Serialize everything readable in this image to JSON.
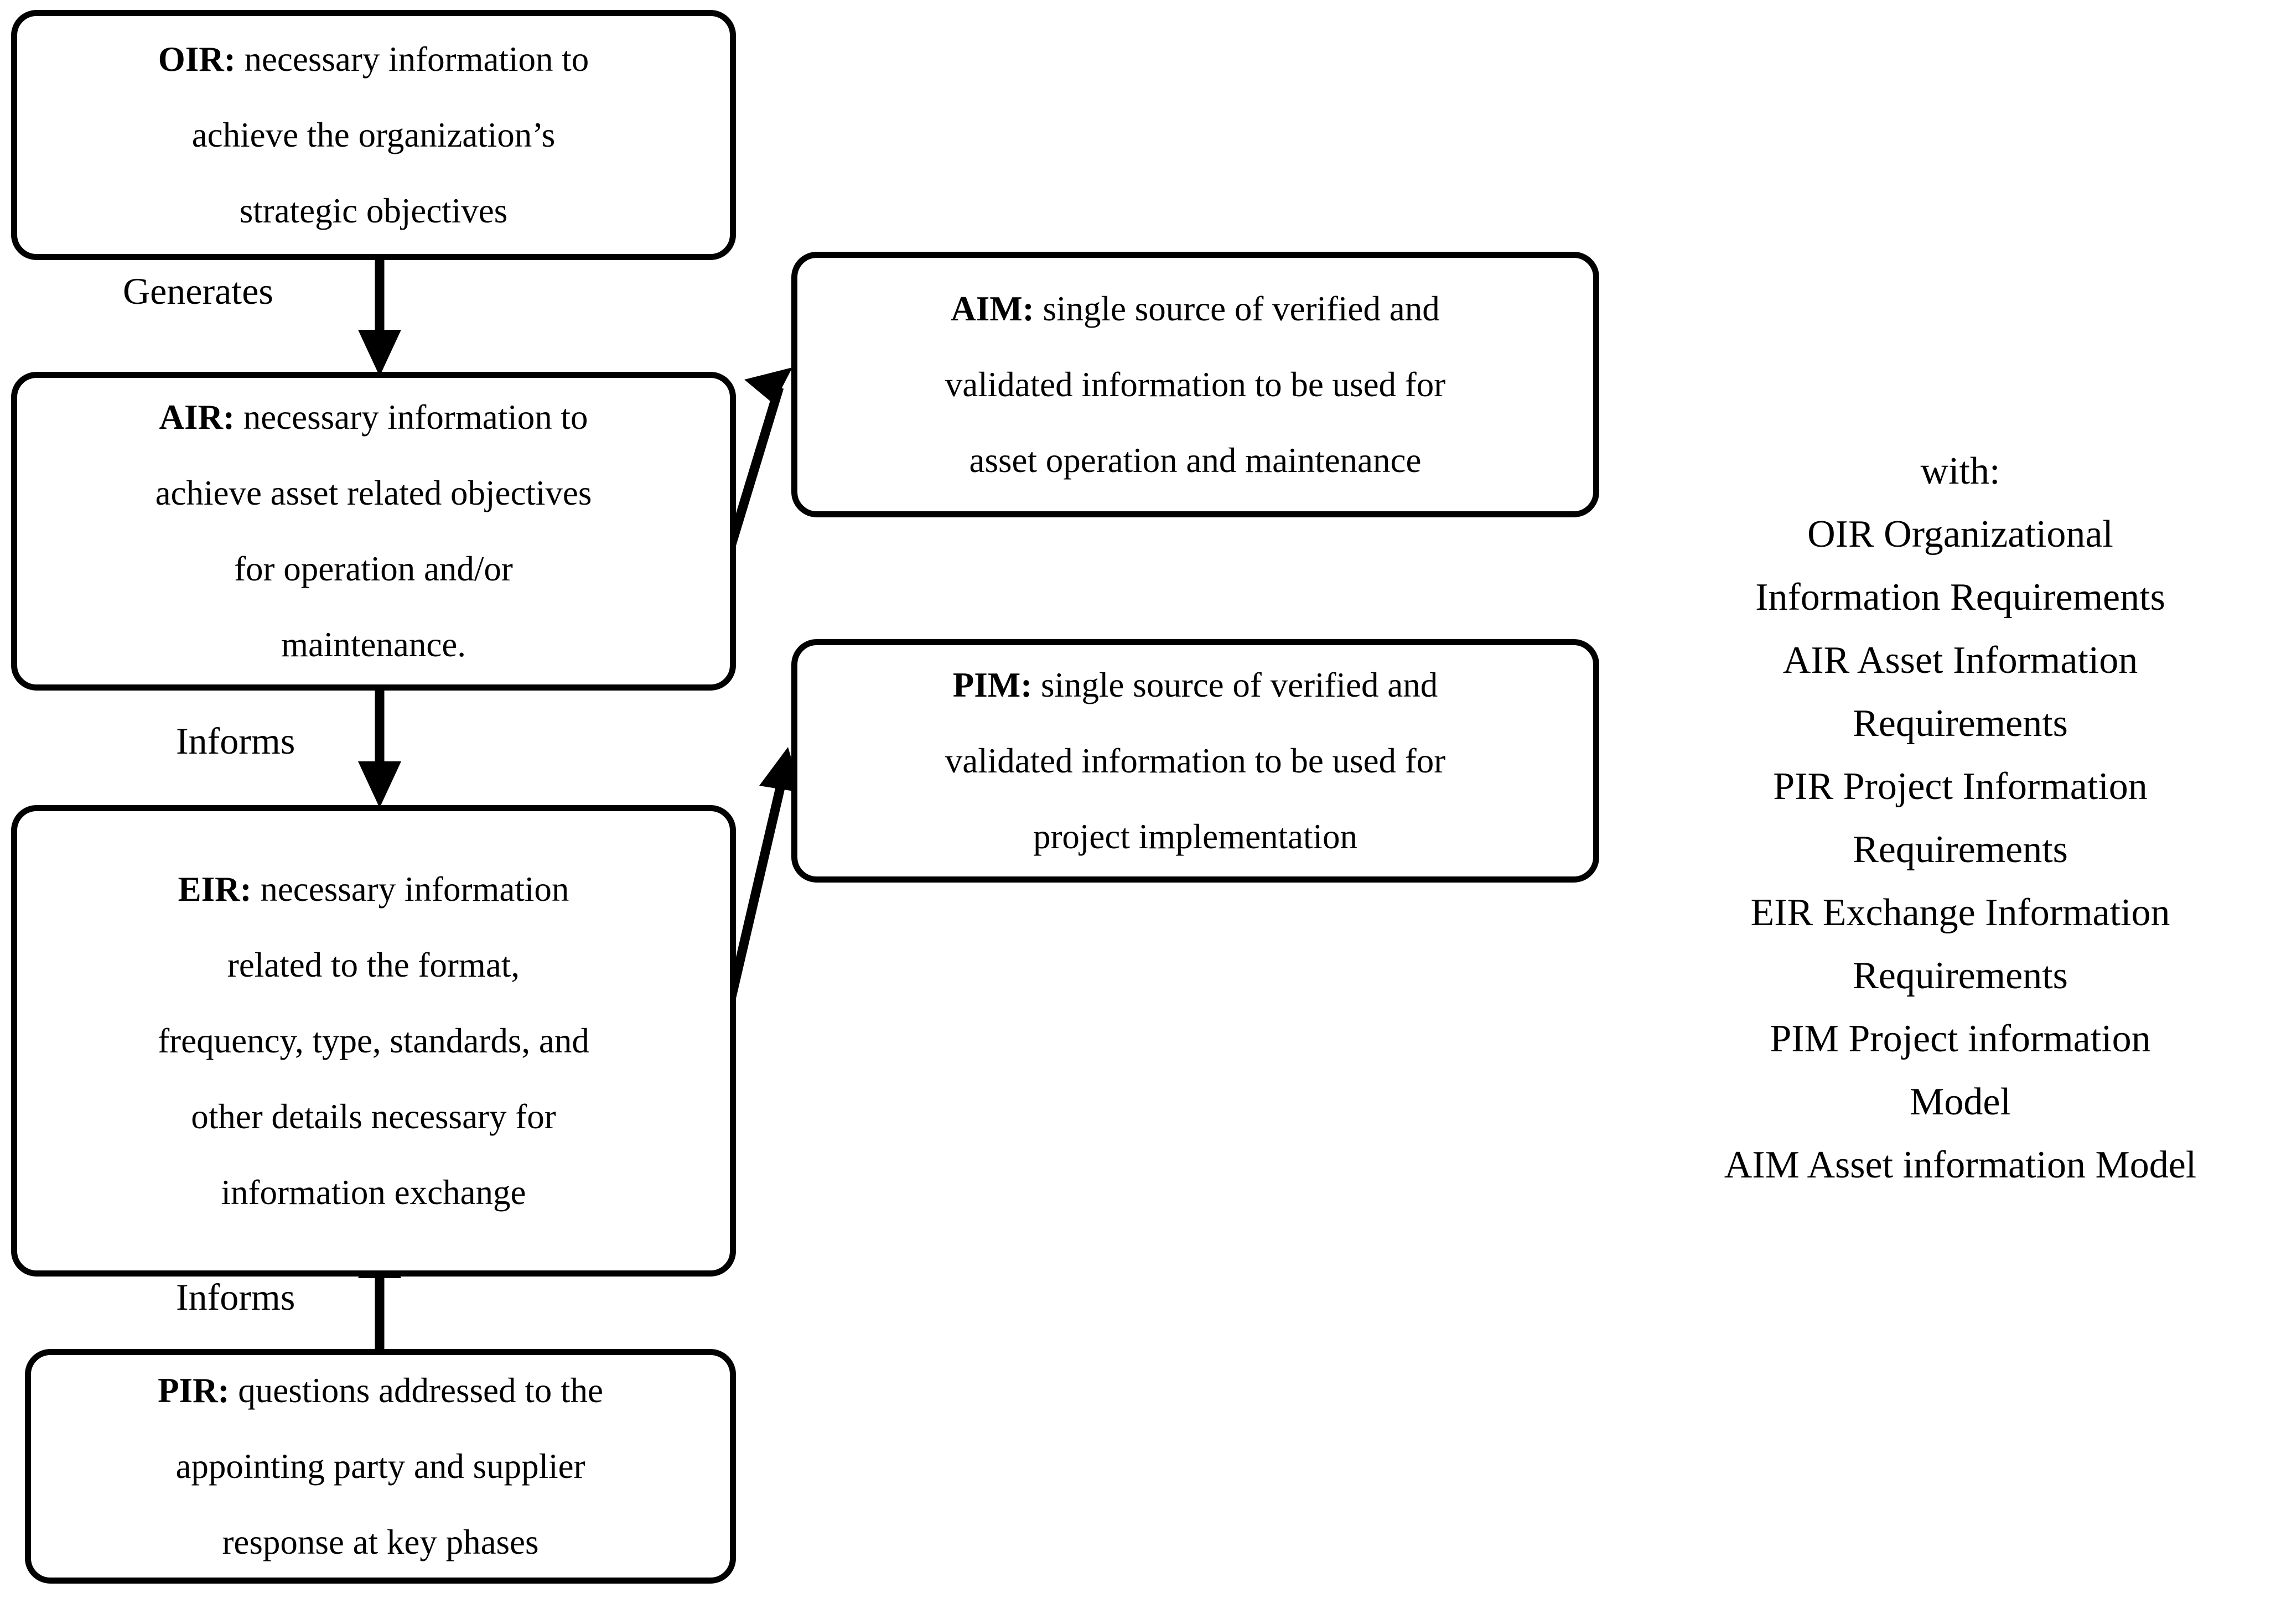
{
  "diagram": {
    "title_text": "",
    "colors": {
      "stroke": "#000000",
      "background": "#ffffff",
      "text": "#000000"
    },
    "nodes": [
      {
        "id": "OIR",
        "abbr": "OIR:",
        "lines": [
          "OIR: necessary information to",
          "achieve the organization’s",
          "strategic objectives"
        ],
        "line1_bold": "OIR:",
        "line1_rest": " necessary information to",
        "line2": "achieve the organization’s",
        "line3": "strategic objectives",
        "line4": ""
      },
      {
        "id": "AIR",
        "abbr": "AIR:",
        "lines": [
          "AIR: necessary information to",
          "achieve asset related objectives",
          "for operation and/or",
          "maintenance."
        ],
        "line1_bold": "AIR:",
        "line1_rest": " necessary information to",
        "line2": "achieve asset related objectives",
        "line3": "for operation and/or",
        "line4": "maintenance."
      },
      {
        "id": "EIR",
        "abbr": "EIR:",
        "lines": [
          "EIR: necessary information",
          "related to the format,",
          "frequency, type, standards, and",
          "other details necessary for",
          "information exchange"
        ],
        "line1_bold": "EIR:",
        "line1_rest": " necessary information",
        "line2": "related to the format,",
        "line3": "frequency, type, standards, and",
        "line4": "other details necessary for",
        "line5": "information exchange"
      },
      {
        "id": "PIR",
        "abbr": "PIR:",
        "lines": [
          "PIR: questions addressed to the",
          "appointing party and supplier",
          "response at key phases"
        ],
        "line1_bold": "PIR:",
        "line1_rest": " questions addressed to the",
        "line2": "appointing party and supplier",
        "line3": "response at key phases",
        "line4": ""
      },
      {
        "id": "AIM",
        "abbr": "AIM:",
        "lines": [
          "AIM: single source of verified and",
          "validated information to be used for",
          "asset operation and maintenance"
        ],
        "line1_bold": "AIM:",
        "line1_rest": " single source of verified and",
        "line2": "validated information to be used for",
        "line3": "asset operation and maintenance",
        "line4": ""
      },
      {
        "id": "PIM",
        "abbr": "PIM:",
        "lines": [
          "PIM: single source of verified and",
          "validated information to be used for",
          "project implementation"
        ],
        "line1_bold": "PIM:",
        "line1_rest": " single source of verified and",
        "line2": "validated information to be used for",
        "line3": "project implementation",
        "line4": ""
      }
    ],
    "edges": [
      {
        "id": "oir-air",
        "from": "OIR",
        "to": "AIR",
        "label": "Generates",
        "direction": "down"
      },
      {
        "id": "air-eir",
        "from": "AIR",
        "to": "EIR",
        "label": "Informs",
        "direction": "down"
      },
      {
        "id": "pir-eir",
        "from": "PIR",
        "to": "EIR",
        "label": "Informs",
        "direction": "up"
      },
      {
        "id": "air-aim",
        "from": "AIR",
        "to": "AIM",
        "label": "",
        "direction": "up-right"
      },
      {
        "id": "eir-pim",
        "from": "EIR",
        "to": "PIM",
        "label": "",
        "direction": "up-right"
      }
    ]
  },
  "legend": {
    "heading": "with:",
    "lines": [
      "OIR   Organizational",
      "Information Requirements",
      "AIR   Asset Information",
      "Requirements",
      "PIR   Project Information",
      "Requirements",
      "EIR   Exchange Information",
      "Requirements",
      "PIM  Project information",
      "Model",
      "AIM  Asset information Model"
    ],
    "entries": [
      {
        "abbr": "OIR",
        "expansion": "Organizational Information Requirements"
      },
      {
        "abbr": "AIR",
        "expansion": "Asset Information Requirements"
      },
      {
        "abbr": "PIR",
        "expansion": "Project Information Requirements"
      },
      {
        "abbr": "EIR",
        "expansion": "Exchange Information Requirements"
      },
      {
        "abbr": "PIM",
        "expansion": "Project information Model"
      },
      {
        "abbr": "AIM",
        "expansion": "Asset information Model"
      }
    ]
  }
}
